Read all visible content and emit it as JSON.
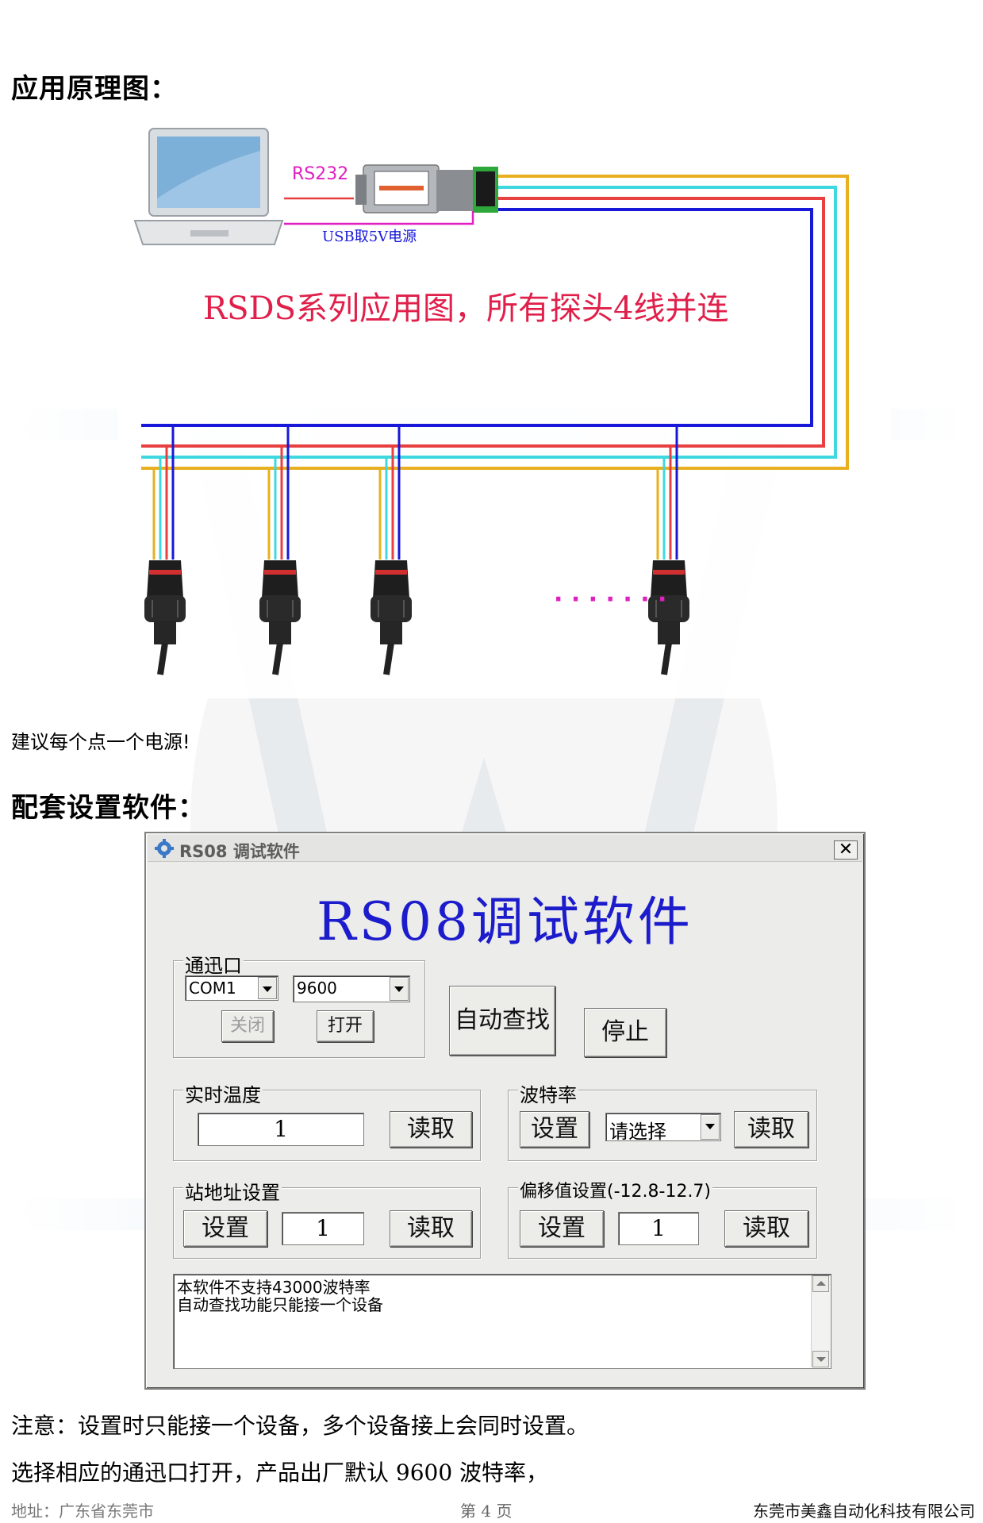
{
  "headings": {
    "principle": "应用原理图：",
    "software": "配套设置软件："
  },
  "diagram": {
    "rs232_label": "RS232",
    "usb_label": "USB取5V电源",
    "caption": "RSDS系列应用图，所有探头4线并连",
    "dots": "· · · · · · ·",
    "wire_colors": {
      "yellow": "#e8b020",
      "cyan": "#40d8e0",
      "red": "#e84040",
      "blue": "#1818d8",
      "magenta": "#e020c0"
    }
  },
  "notes": {
    "power": "建议每个点一个电源!",
    "warning": "注意：设置时只能接一个设备，多个设备接上会同时设置。",
    "instruction": "选择相应的通迅口打开，产品出厂默认 9600 波特率，"
  },
  "window": {
    "title": "RS08 调试软件",
    "close_symbol": "✕",
    "big_title": "RS08调试软件",
    "port_group": {
      "label": "通迅口",
      "port_value": "COM1",
      "baud_value": "9600",
      "close_label": "关闭",
      "open_label": "打开"
    },
    "auto_find_label": "自动查找",
    "stop_label": "停止",
    "realtime_temp": {
      "label": "实时温度",
      "value": "1",
      "read_label": "读取"
    },
    "baud_rate": {
      "label": "波特率",
      "set_label": "设置",
      "select_value": "请选择",
      "read_label": "读取"
    },
    "station_address": {
      "label": "站地址设置",
      "set_label": "设置",
      "value": "1",
      "read_label": "读取"
    },
    "offset": {
      "label": "偏移值设置(-12.8-12.7)",
      "set_label": "设置",
      "value": "1",
      "read_label": "读取"
    },
    "memo_lines": [
      "本软件不支持43000波特率",
      "自动查找功能只能接一个设备"
    ]
  },
  "footer": {
    "address": "地址：广东省东莞市",
    "page": "第 4 页",
    "company": "东莞市美鑫自动化科技有限公司"
  }
}
